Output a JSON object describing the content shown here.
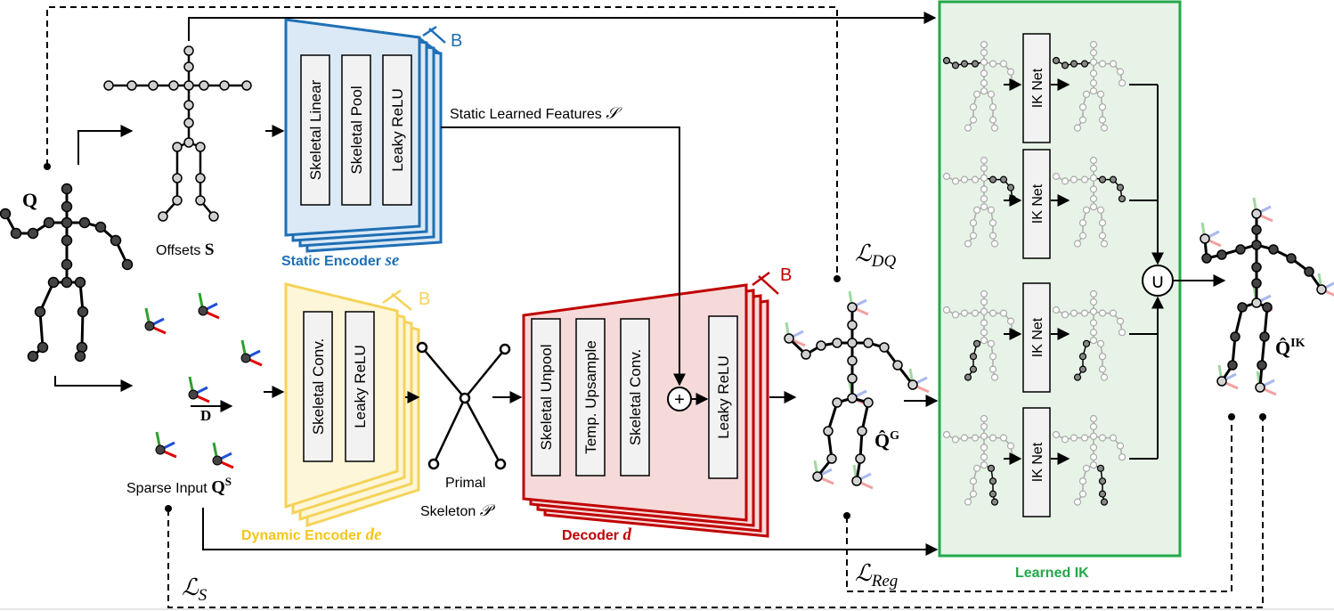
{
  "colors": {
    "static": "#1f6fb5",
    "static_fill": "#dbe9f6",
    "dynamic": "#f5d35a",
    "dynamic_fill": "#fdf6d8",
    "decoder": "#c00000",
    "decoder_fill": "#f6d9d9",
    "learned_ik": "#23a84a",
    "learned_ik_fill": "#e6f3e6"
  },
  "input": {
    "q_label": "Q"
  },
  "offsets": {
    "label": "Offsets",
    "symbol": "S"
  },
  "static_encoder": {
    "layers": [
      "Skeletal Linear",
      "Skeletal Pool",
      "Leaky ReLU"
    ],
    "name": "Static Encoder",
    "symbol": "se",
    "stack_label": "B"
  },
  "static_features": {
    "label": "Static Learned Features",
    "symbol": "𝒮"
  },
  "sparse_input": {
    "d_label": "D",
    "label": "Sparse Input",
    "symbol": "Q",
    "superscript": "S"
  },
  "dynamic_encoder": {
    "layers": [
      "Skeletal Conv.",
      "Leaky ReLU"
    ],
    "name": "Dynamic Encoder",
    "symbol": "de",
    "stack_label": "B"
  },
  "primal_skeleton": {
    "line1": "Primal",
    "line2": "Skeleton",
    "symbol": "𝒫"
  },
  "decoder": {
    "layers": [
      "Skeletal Unpool",
      "Temp. Upsample",
      "Skeletal Conv.",
      "Leaky ReLU"
    ],
    "name": "Decoder",
    "symbol": "d",
    "stack_label": "B",
    "plus": "+"
  },
  "generated": {
    "symbol": "Q̂",
    "superscript": "G"
  },
  "learned_ik": {
    "title": "Learned IK",
    "nets": [
      "IK Net",
      "IK Net",
      "IK Net",
      "IK Net"
    ],
    "union": "∪"
  },
  "output": {
    "symbol": "Q̂",
    "superscript": "IK"
  },
  "losses": {
    "dq": {
      "main": "ℒ",
      "sub": "DQ"
    },
    "s": {
      "main": "ℒ",
      "sub": "S"
    },
    "reg": {
      "main": "ℒ",
      "sub": "Reg"
    }
  }
}
